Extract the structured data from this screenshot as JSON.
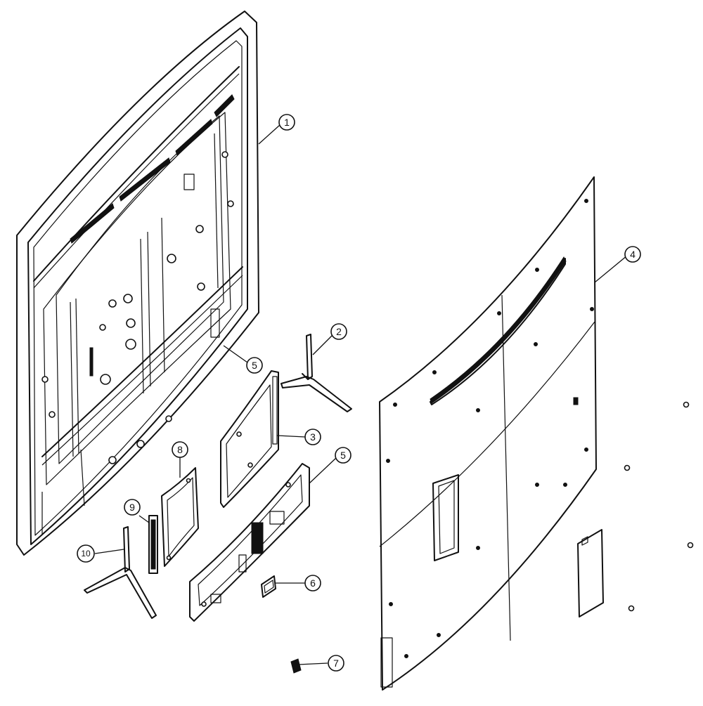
{
  "diagram": {
    "callouts": [
      {
        "id": "1",
        "label": "1"
      },
      {
        "id": "2",
        "label": "2"
      },
      {
        "id": "3",
        "label": "3"
      },
      {
        "id": "4",
        "label": "4"
      },
      {
        "id": "5",
        "label": "5"
      },
      {
        "id": "6",
        "label": "6"
      },
      {
        "id": "7",
        "label": "7"
      },
      {
        "id": "8",
        "label": "8"
      },
      {
        "id": "9",
        "label": "9"
      },
      {
        "id": "10",
        "label": "10"
      },
      {
        "id": "11",
        "label": "5"
      }
    ]
  }
}
